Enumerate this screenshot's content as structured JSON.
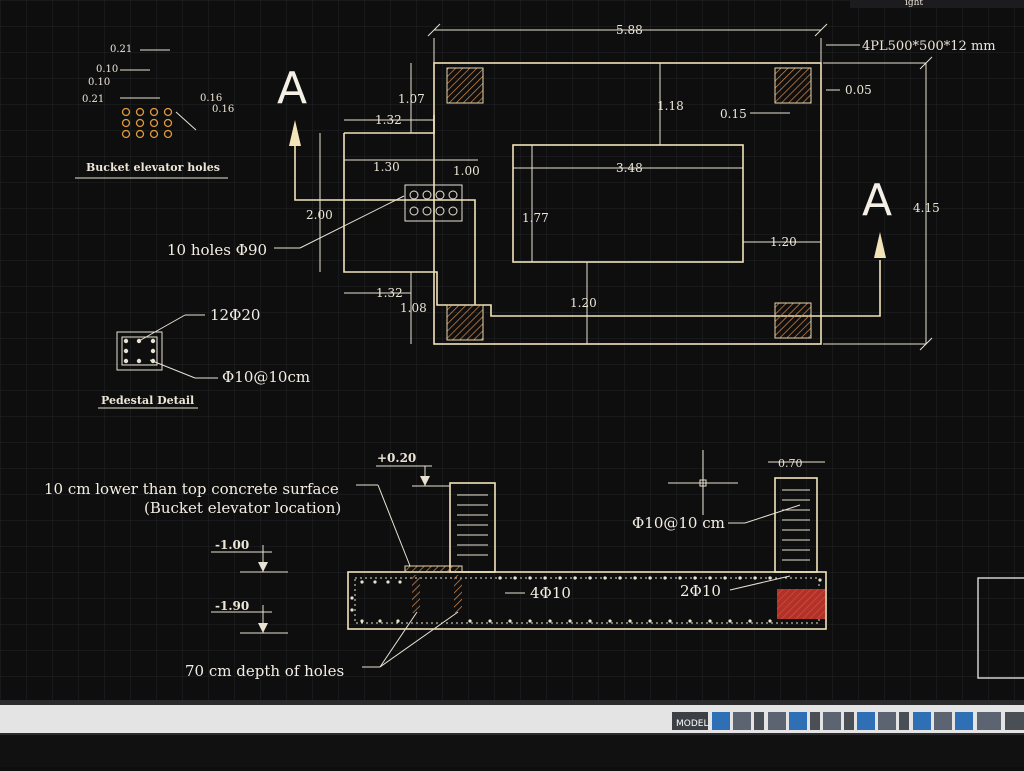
{
  "app": {
    "space": "MODEL",
    "top_right_fragment": "ight"
  },
  "plan": {
    "top_width": "5.88",
    "plate_note": "4PL500*500*12 mm",
    "dim_005": "0.05",
    "dim_015": "0.15",
    "dim_118": "1.18",
    "dim_107": "1.07",
    "dim_132_top": "1.32",
    "dim_130": "1.30",
    "dim_100": "1.00",
    "dim_348": "3.48",
    "dim_177": "1.77",
    "dim_200": "2.00",
    "dim_120_right": "1.20",
    "dim_120_bottom": "1.20",
    "dim_132_bottom": "1.32",
    "dim_108": "1.08",
    "height": "4.15",
    "section_mark": "A",
    "holes_label": "10 holes Φ90"
  },
  "bucket_detail": {
    "title": "Bucket elevator holes",
    "dims": [
      "0.21",
      "0.10",
      "0.10",
      "0.21",
      "0.16",
      "0.16"
    ]
  },
  "pedestal": {
    "title": "Pedestal Detail",
    "rebar": "12Φ20",
    "stirrup": "Φ10@10cm"
  },
  "section": {
    "level_top": "+0.20",
    "level_1": "-1.00",
    "level_2": "-1.90",
    "note_line1": "10 cm lower than top concrete surface",
    "note_line2": "(Bucket elevator location)",
    "depth_note": "70 cm depth of holes",
    "rebar_4": "4Φ10",
    "rebar_2": "2Φ10",
    "stirrup": "Φ10@10 cm",
    "width_070": "0.70"
  },
  "colors": {
    "background": "#0e0e0f",
    "geometry": "#f2e3b8",
    "hatch_red": "#b2322a",
    "holes": "#e09a3c"
  }
}
